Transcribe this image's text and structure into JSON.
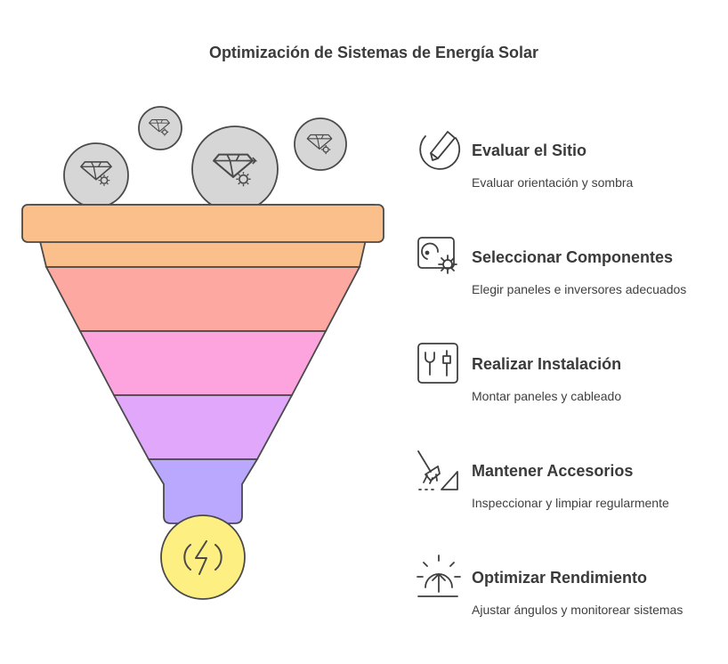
{
  "title": "Optimización de Sistemas de Energía Solar",
  "steps": [
    {
      "title": "Evaluar el Sitio",
      "description": "Evaluar orientación y sombra",
      "icon": "pencil-icon",
      "color": "#fbbf8b"
    },
    {
      "title": "Seleccionar Componentes",
      "description": "Elegir paneles e inversores adecuados",
      "icon": "panel-gear-icon",
      "color": "#fda8a0"
    },
    {
      "title": "Realizar Instalación",
      "description": "Montar paneles y cableado",
      "icon": "tools-icon",
      "color": "#fda4df"
    },
    {
      "title": "Mantener Accesorios",
      "description": "Inspeccionar y limpiar regularmente",
      "icon": "broom-icon",
      "color": "#e0a7fb"
    },
    {
      "title": "Optimizar Rendimiento",
      "description": "Ajustar ángulos y monitorear sistemas",
      "icon": "sun-arrow-icon",
      "color": "#b9a8fd"
    }
  ],
  "funnel": {
    "rim_color": "#fbbf8b",
    "bottom_circle_color": "#fdef82",
    "bottom_icon": "lightning-icon",
    "input_icons": [
      "diamond-gear-icon",
      "diamond-gear-icon",
      "diamond-gear-icon",
      "diamond-gear-icon"
    ],
    "input_circle_color": "#d6d6d6"
  }
}
